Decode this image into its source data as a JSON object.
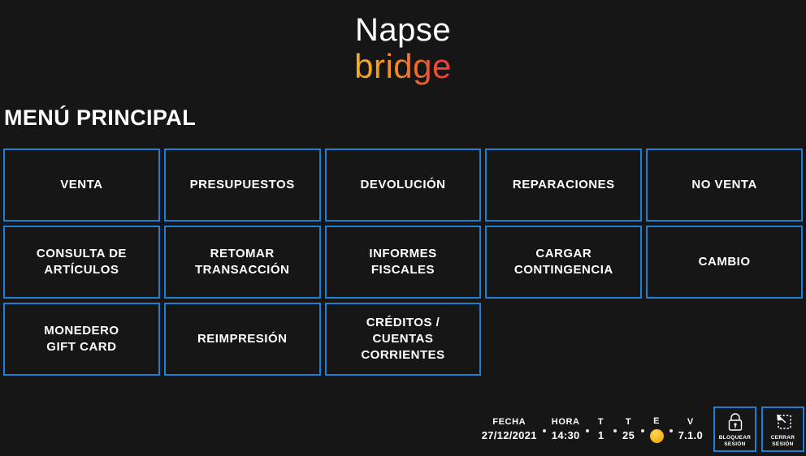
{
  "logo": {
    "primary_text": "Napse",
    "secondary_text": "bridge",
    "primary_color": "#ffffff",
    "gradient_start": "#f2b01e",
    "gradient_end": "#ee3b33"
  },
  "page": {
    "title": "MENÚ PRINCIPAL",
    "background_color": "#161616",
    "accent_color": "#1e7fd4"
  },
  "menu": {
    "buttons": [
      {
        "label": "VENTA",
        "name": "venta"
      },
      {
        "label": "PRESUPUESTOS",
        "name": "presupuestos"
      },
      {
        "label": "DEVOLUCIÓN",
        "name": "devolucion"
      },
      {
        "label": "REPARACIONES",
        "name": "reparaciones"
      },
      {
        "label": "NO VENTA",
        "name": "no-venta"
      },
      {
        "label": "CONSULTA DE\nARTÍCULOS",
        "name": "consulta-de-articulos"
      },
      {
        "label": "RETOMAR\nTRANSACCIÓN",
        "name": "retomar-transaccion"
      },
      {
        "label": "INFORMES\nFISCALES",
        "name": "informes-fiscales"
      },
      {
        "label": "CARGAR\nCONTINGENCIA",
        "name": "cargar-contingencia"
      },
      {
        "label": "CAMBIO",
        "name": "cambio"
      },
      {
        "label": "MONEDERO\nGIFT CARD",
        "name": "monedero-gift-card"
      },
      {
        "label": "REIMPRESIÓN",
        "name": "reimpresion"
      },
      {
        "label": "CRÉDITOS /\nCUENTAS\nCORRIENTES",
        "name": "creditos-cuentas-corrientes"
      }
    ]
  },
  "status_bar": {
    "items": [
      {
        "label": "FECHA",
        "value": "27/12/2021",
        "name": "fecha"
      },
      {
        "label": "HORA",
        "value": "14:30",
        "name": "hora"
      },
      {
        "label": "T",
        "value": "1",
        "name": "terminal"
      },
      {
        "label": "T",
        "value": "25",
        "name": "tienda"
      },
      {
        "label": "E",
        "value": "",
        "name": "estado",
        "indicator": true,
        "indicator_color": "#f5b81e"
      },
      {
        "label": "V",
        "value": "7.1.0",
        "name": "version"
      }
    ],
    "session_buttons": [
      {
        "label": "BLOQUEAR\nSESIÓN",
        "icon": "lock-icon",
        "name": "bloquear-sesion"
      },
      {
        "label": "CERRAR\nSESIÓN",
        "icon": "logout-icon",
        "name": "cerrar-sesion"
      }
    ]
  }
}
